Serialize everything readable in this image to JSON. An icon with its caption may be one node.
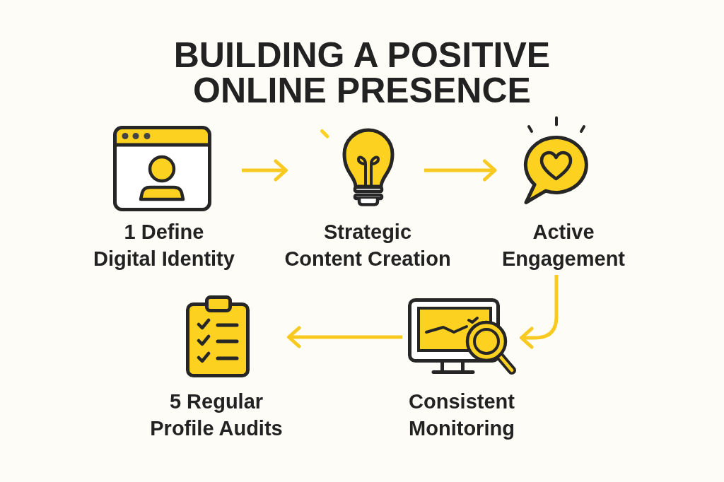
{
  "diagram": {
    "title": "BUILDING A POSITIVE ONLINE PRESENCE",
    "nodes": [
      {
        "text": [
          "1 Define Digital Identity"
        ]
      },
      {
        "text": [
          "Strategic Content Creation"
        ]
      },
      {
        "text": [
          "Active Engagement"
        ]
      },
      {
        "text": [
          "Consistent Monitoring"
        ]
      },
      {
        "text": [
          "5 Regular Profile Audits"
        ]
      }
    ],
    "edges": [
      {
        "from": 0,
        "to": 1,
        "arrow": "to"
      },
      {
        "from": 1,
        "to": 2,
        "arrow": "to"
      },
      {
        "from": 2,
        "to": 3,
        "arrow": "to"
      },
      {
        "from": 3,
        "to": 4,
        "arrow": "to"
      }
    ]
  }
}
